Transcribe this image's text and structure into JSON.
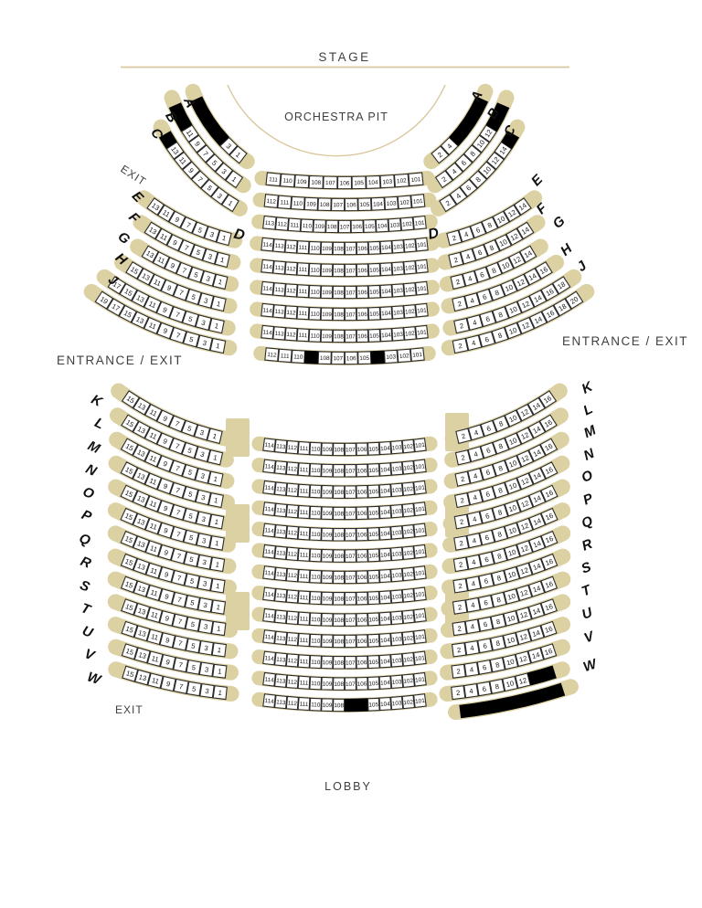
{
  "labels": {
    "stage": "STAGE",
    "orchestra_pit": "ORCHESTRA PIT",
    "exit_upper_left": "EXIT",
    "exit_lower_left": "EXIT",
    "entrance_exit_left": "ENTRANCE / EXIT",
    "entrance_exit_right": "ENTRANCE / EXIT",
    "lobby": "LOBBY"
  },
  "colors": {
    "band": "#dcd1a2",
    "line": "#d9c89d",
    "seat_fill": "#ffffff",
    "seat_border": "#2b2b2b",
    "blocked": "#000000",
    "label_text": "#3f3f3f"
  },
  "legend": {
    "blocked_meaning": "blacked-out / unavailable seats"
  },
  "upper_rows": [
    {
      "label": "A",
      "left": [
        "b",
        "b",
        "b",
        "b",
        "3",
        "1"
      ],
      "center": [
        "111",
        "110",
        "109",
        "108",
        "107",
        "106",
        "105",
        "104",
        "103",
        "102",
        "101"
      ],
      "right": [
        "2",
        "4",
        "b",
        "b",
        "b",
        "b"
      ]
    },
    {
      "label": "B",
      "left": [
        "b",
        "b",
        "11",
        "9",
        "7",
        "5",
        "3",
        "1"
      ],
      "center": [
        "112",
        "111",
        "110",
        "109",
        "108",
        "107",
        "106",
        "105",
        "104",
        "103",
        "102",
        "101"
      ],
      "right": [
        "2",
        "4",
        "6",
        "8",
        "10",
        "12",
        "b",
        "b"
      ]
    },
    {
      "label": "C",
      "left": [
        "b",
        "13",
        "11",
        "9",
        "7",
        "5",
        "3",
        "1"
      ],
      "center": [
        "113",
        "112",
        "111",
        "110",
        "109",
        "108",
        "107",
        "106",
        "105",
        "104",
        "103",
        "102",
        "101"
      ],
      "right": [
        "2",
        "4",
        "6",
        "8",
        "10",
        "12",
        "14",
        "b"
      ]
    },
    {
      "label": "D",
      "left": [
        "13",
        "11",
        "9",
        "7",
        "5",
        "3",
        "1"
      ],
      "center": [
        "114",
        "113",
        "112",
        "111",
        "110",
        "109",
        "108",
        "107",
        "106",
        "105",
        "104",
        "103",
        "102",
        "101"
      ],
      "right": [
        "2",
        "4",
        "6",
        "8",
        "10",
        "12",
        "14"
      ]
    },
    {
      "label": "E",
      "left": [
        "13",
        "11",
        "9",
        "7",
        "5",
        "3",
        "1"
      ],
      "center": [
        "114",
        "113",
        "112",
        "111",
        "110",
        "109",
        "108",
        "107",
        "106",
        "105",
        "104",
        "103",
        "102",
        "101"
      ],
      "right": [
        "2",
        "4",
        "6",
        "8",
        "10",
        "12",
        "14"
      ]
    },
    {
      "label": "F",
      "left": [
        "13",
        "11",
        "9",
        "7",
        "5",
        "3",
        "1"
      ],
      "center": [
        "114",
        "113",
        "112",
        "111",
        "110",
        "109",
        "108",
        "107",
        "106",
        "105",
        "104",
        "103",
        "102",
        "101"
      ],
      "right": [
        "2",
        "4",
        "6",
        "8",
        "10",
        "12",
        "14"
      ]
    },
    {
      "label": "G",
      "left": [
        "15",
        "13",
        "11",
        "9",
        "7",
        "5",
        "3",
        "1"
      ],
      "center": [
        "114",
        "113",
        "112",
        "111",
        "110",
        "109",
        "108",
        "107",
        "106",
        "105",
        "104",
        "103",
        "102",
        "101"
      ],
      "right": [
        "2",
        "4",
        "6",
        "8",
        "10",
        "12",
        "14",
        "16"
      ]
    },
    {
      "label": "H",
      "left": [
        "17",
        "15",
        "13",
        "11",
        "9",
        "7",
        "5",
        "3",
        "1"
      ],
      "center": [
        "114",
        "113",
        "112",
        "111",
        "110",
        "109",
        "108",
        "107",
        "106",
        "105",
        "104",
        "103",
        "102",
        "101"
      ],
      "right": [
        "2",
        "4",
        "6",
        "8",
        "10",
        "12",
        "14",
        "16",
        "18"
      ]
    },
    {
      "label": "J",
      "left": [
        "19",
        "17",
        "15",
        "13",
        "11",
        "9",
        "7",
        "5",
        "3",
        "1"
      ],
      "center": [
        "112",
        "111",
        "110",
        "b",
        "108",
        "107",
        "106",
        "105",
        "b",
        "103",
        "102",
        "101"
      ],
      "right": [
        "2",
        "4",
        "6",
        "8",
        "10",
        "12",
        "14",
        "16",
        "18",
        "20"
      ]
    }
  ],
  "lower_rows": [
    {
      "label": "K",
      "left": [
        "15",
        "13",
        "11",
        "9",
        "7",
        "5",
        "3",
        "1"
      ],
      "center": [
        "114",
        "113",
        "112",
        "111",
        "110",
        "109",
        "108",
        "107",
        "106",
        "105",
        "104",
        "103",
        "102",
        "101"
      ],
      "right": [
        "2",
        "4",
        "6",
        "8",
        "10",
        "12",
        "14",
        "16"
      ]
    },
    {
      "label": "L",
      "left": [
        "15",
        "13",
        "11",
        "9",
        "7",
        "5",
        "3",
        "1"
      ],
      "center": [
        "114",
        "113",
        "112",
        "111",
        "110",
        "109",
        "108",
        "107",
        "106",
        "105",
        "104",
        "103",
        "102",
        "101"
      ],
      "right": [
        "2",
        "4",
        "6",
        "8",
        "10",
        "12",
        "14",
        "16"
      ]
    },
    {
      "label": "M",
      "left": [
        "15",
        "13",
        "11",
        "9",
        "7",
        "5",
        "3",
        "1"
      ],
      "center": [
        "114",
        "113",
        "112",
        "111",
        "110",
        "109",
        "108",
        "107",
        "106",
        "105",
        "104",
        "103",
        "102",
        "101"
      ],
      "right": [
        "2",
        "4",
        "6",
        "8",
        "10",
        "12",
        "14",
        "16"
      ]
    },
    {
      "label": "N",
      "left": [
        "15",
        "13",
        "11",
        "9",
        "7",
        "5",
        "3",
        "1"
      ],
      "center": [
        "114",
        "113",
        "112",
        "111",
        "110",
        "109",
        "108",
        "107",
        "106",
        "105",
        "104",
        "103",
        "102",
        "101"
      ],
      "right": [
        "2",
        "4",
        "6",
        "8",
        "10",
        "12",
        "14",
        "16"
      ]
    },
    {
      "label": "O",
      "left": [
        "15",
        "13",
        "11",
        "9",
        "7",
        "5",
        "3",
        "1"
      ],
      "center": [
        "114",
        "113",
        "112",
        "111",
        "110",
        "109",
        "108",
        "107",
        "106",
        "105",
        "104",
        "103",
        "102",
        "101"
      ],
      "right": [
        "2",
        "4",
        "6",
        "8",
        "10",
        "12",
        "14",
        "16"
      ]
    },
    {
      "label": "P",
      "left": [
        "15",
        "13",
        "11",
        "9",
        "7",
        "5",
        "3",
        "1"
      ],
      "center": [
        "114",
        "113",
        "112",
        "111",
        "110",
        "109",
        "108",
        "107",
        "106",
        "105",
        "104",
        "103",
        "102",
        "101"
      ],
      "right": [
        "2",
        "4",
        "6",
        "8",
        "10",
        "12",
        "14",
        "16"
      ]
    },
    {
      "label": "Q",
      "left": [
        "15",
        "13",
        "11",
        "9",
        "7",
        "5",
        "3",
        "1"
      ],
      "center": [
        "114",
        "113",
        "112",
        "111",
        "110",
        "109",
        "108",
        "107",
        "106",
        "105",
        "104",
        "103",
        "102",
        "101"
      ],
      "right": [
        "2",
        "4",
        "6",
        "8",
        "10",
        "12",
        "14",
        "16"
      ]
    },
    {
      "label": "R",
      "left": [
        "15",
        "13",
        "11",
        "9",
        "7",
        "5",
        "3",
        "1"
      ],
      "center": [
        "114",
        "113",
        "112",
        "111",
        "110",
        "109",
        "108",
        "107",
        "106",
        "105",
        "104",
        "103",
        "102",
        "101"
      ],
      "right": [
        "2",
        "4",
        "6",
        "8",
        "10",
        "12",
        "14",
        "16"
      ]
    },
    {
      "label": "S",
      "left": [
        "15",
        "13",
        "11",
        "9",
        "7",
        "5",
        "3",
        "1"
      ],
      "center": [
        "114",
        "113",
        "112",
        "111",
        "110",
        "109",
        "108",
        "107",
        "106",
        "105",
        "104",
        "103",
        "102",
        "101"
      ],
      "right": [
        "2",
        "4",
        "6",
        "8",
        "10",
        "12",
        "14",
        "16"
      ]
    },
    {
      "label": "T",
      "left": [
        "15",
        "13",
        "11",
        "9",
        "7",
        "5",
        "3",
        "1"
      ],
      "center": [
        "114",
        "113",
        "112",
        "111",
        "110",
        "109",
        "108",
        "107",
        "106",
        "105",
        "104",
        "103",
        "102",
        "101"
      ],
      "right": [
        "2",
        "4",
        "6",
        "8",
        "10",
        "12",
        "14",
        "16"
      ]
    },
    {
      "label": "U",
      "left": [
        "15",
        "13",
        "11",
        "9",
        "7",
        "5",
        "3",
        "1"
      ],
      "center": [
        "114",
        "113",
        "112",
        "111",
        "110",
        "109",
        "108",
        "107",
        "106",
        "105",
        "104",
        "103",
        "102",
        "101"
      ],
      "right": [
        "2",
        "4",
        "6",
        "8",
        "10",
        "12",
        "14",
        "16"
      ]
    },
    {
      "label": "V",
      "left": [
        "15",
        "13",
        "11",
        "9",
        "7",
        "5",
        "3",
        "1"
      ],
      "center": [
        "114",
        "113",
        "112",
        "111",
        "110",
        "109",
        "108",
        "107",
        "106",
        "105",
        "104",
        "103",
        "102",
        "101"
      ],
      "right": [
        "2",
        "4",
        "6",
        "8",
        "10",
        "12",
        "14",
        "16"
      ]
    },
    {
      "label": "W",
      "left": [
        "15",
        "13",
        "11",
        "9",
        "7",
        "5",
        "3",
        "1"
      ],
      "center": [
        "114",
        "113",
        "112",
        "111",
        "110",
        "109",
        "108",
        "b",
        "b",
        "105",
        "104",
        "103",
        "102",
        "101"
      ],
      "right": [
        "2",
        "4",
        "6",
        "8",
        "10",
        "12",
        "b",
        "b"
      ]
    }
  ],
  "blocked_bar_row": [
    "b",
    "b",
    "b",
    "b",
    "b",
    "b",
    "b",
    "b"
  ]
}
